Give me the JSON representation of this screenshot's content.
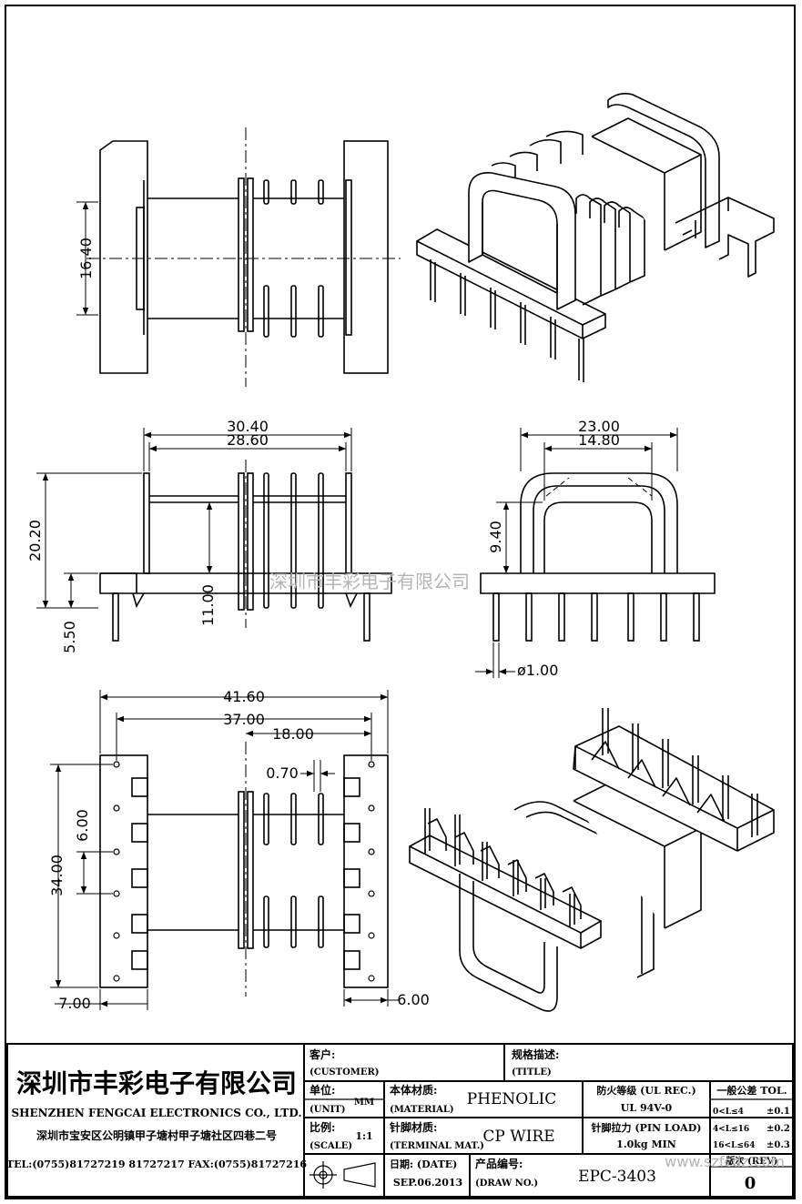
{
  "dimensions": {
    "d_16_40": "16.40",
    "d_30_40": "30.40",
    "d_28_60": "28.60",
    "d_20_20": "20.20",
    "d_11_00": "11.00",
    "d_5_50": "5.50",
    "d_23_00": "23.00",
    "d_14_80": "14.80",
    "d_9_40": "9.40",
    "d_pin_dia": "ø1.00",
    "d_41_60": "41.60",
    "d_37_00": "37.00",
    "d_18_00": "18.00",
    "d_0_70": "0.70",
    "d_6_00_left": "6.00",
    "d_34_00": "34.00",
    "d_7_00": "7.00",
    "d_6_00_right": "6.00"
  },
  "watermark": {
    "middle": "深圳市丰彩电子有限公司",
    "site": "www.szfcdz.com"
  },
  "title_block": {
    "company_cn": "深圳市丰彩电子有限公司",
    "company_en": "SHENZHEN FENGCAI ELECTRONICS CO., LTD.",
    "address": "深圳市宝安区公明镇甲子塘村甲子塘社区四巷二号",
    "contact": "TEL:(0755)81727219  81727217   FAX:(0755)81727216",
    "customer_cn": "客户:",
    "customer_en": "(CUSTOMER)",
    "spec_cn": "规格描述:",
    "spec_en": "(TITLE)",
    "unit_cn": "单位:",
    "unit_en": "(UNIT)",
    "unit_value": "MM",
    "material_cn": "本体材质:",
    "material_en": "(MATERIAL)",
    "material_value": "PHENOLIC",
    "fire_cn": "防火等级 (UL REC.)",
    "fire_value": "UL 94V-0",
    "tol_header": "一般公差 TOL.",
    "tol_r1_range": "0<L≤4",
    "tol_r1_val": "±0.1",
    "tol_r2_range": "4<L≤16",
    "tol_r2_val": "±0.2",
    "tol_r3_range": "16<L≤64",
    "tol_r3_val": "±0.3",
    "scale_cn": "比例:",
    "scale_en": "(SCALE)",
    "scale_value": "1:1",
    "terminal_cn": "针脚材质:",
    "terminal_en": "(TERMINAL MAT.)",
    "terminal_value": "CP WIRE",
    "pin_load_cn": "针脚拉力 (PIN LOAD)",
    "pin_load_value": "1.0kg MIN",
    "date_cn": "日期: (DATE)",
    "date_value": "SEP.06.2013",
    "draw_no_cn": "产品编号:",
    "draw_no_en": "(DRAW NO.)",
    "draw_no_value": "EPC-3403",
    "rev_label": "版次 (REV)",
    "rev_value": "0"
  }
}
